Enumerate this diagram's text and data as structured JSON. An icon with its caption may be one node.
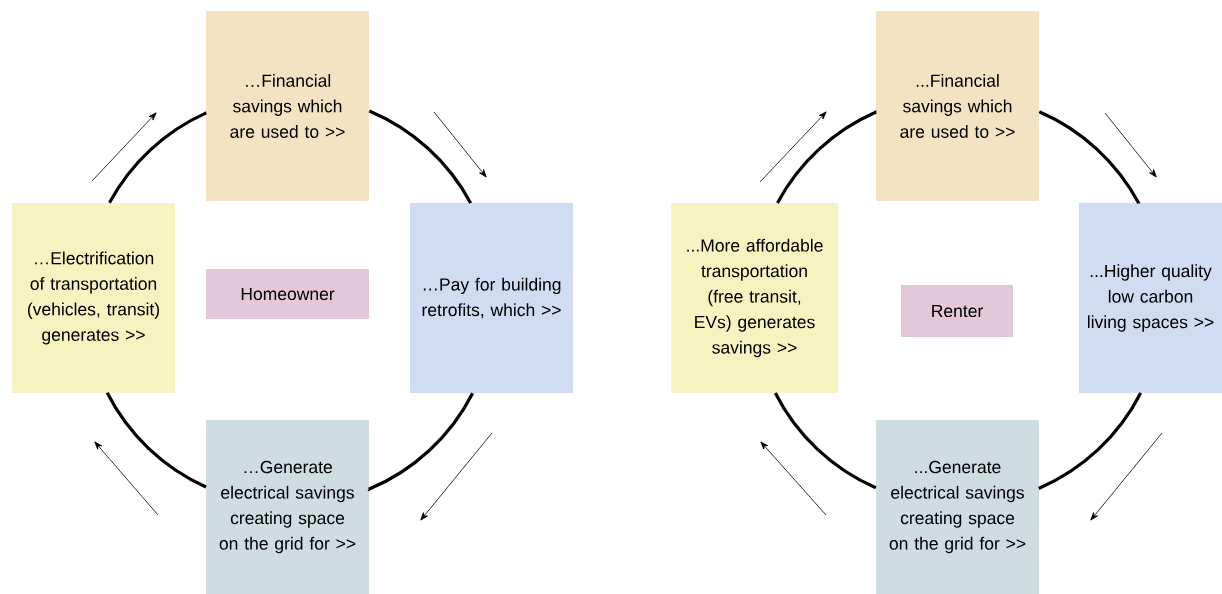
{
  "diagram": {
    "nodes": [
      {
        "text": [
          "…Financial savings which are used to >>"
        ]
      },
      {
        "text": [
          "…Electrification of transportation (vehicles, transit) generates >>"
        ]
      },
      {
        "text": [
          "Homeowner"
        ]
      },
      {
        "text": [
          "…Pay for building retrofits, which >>"
        ]
      },
      {
        "text": [
          "…Generate electrical savings creating space on the grid for >>"
        ]
      },
      {
        "text": [
          "...Financial savings which are used to >>"
        ]
      },
      {
        "text": [
          "...More affordable transportation (free transit, EVs) generates savings >>"
        ]
      },
      {
        "text": [
          "Renter"
        ]
      },
      {
        "text": [
          "...Higher quality low carbon living spaces >>"
        ]
      },
      {
        "text": [
          "...Generate electrical savings creating space on the grid for >>"
        ]
      }
    ],
    "edges": [
      {
        "from": 0,
        "to": 3,
        "arrow": "none"
      },
      {
        "from": 3,
        "to": 4,
        "arrow": "none"
      },
      {
        "from": 4,
        "to": 1,
        "arrow": "none"
      },
      {
        "from": 1,
        "to": 0,
        "arrow": "none"
      },
      {
        "from": 5,
        "to": 8,
        "arrow": "none"
      },
      {
        "from": 8,
        "to": 9,
        "arrow": "none"
      },
      {
        "from": 9,
        "to": 6,
        "arrow": "none"
      },
      {
        "from": 6,
        "to": 5,
        "arrow": "none"
      }
    ]
  }
}
